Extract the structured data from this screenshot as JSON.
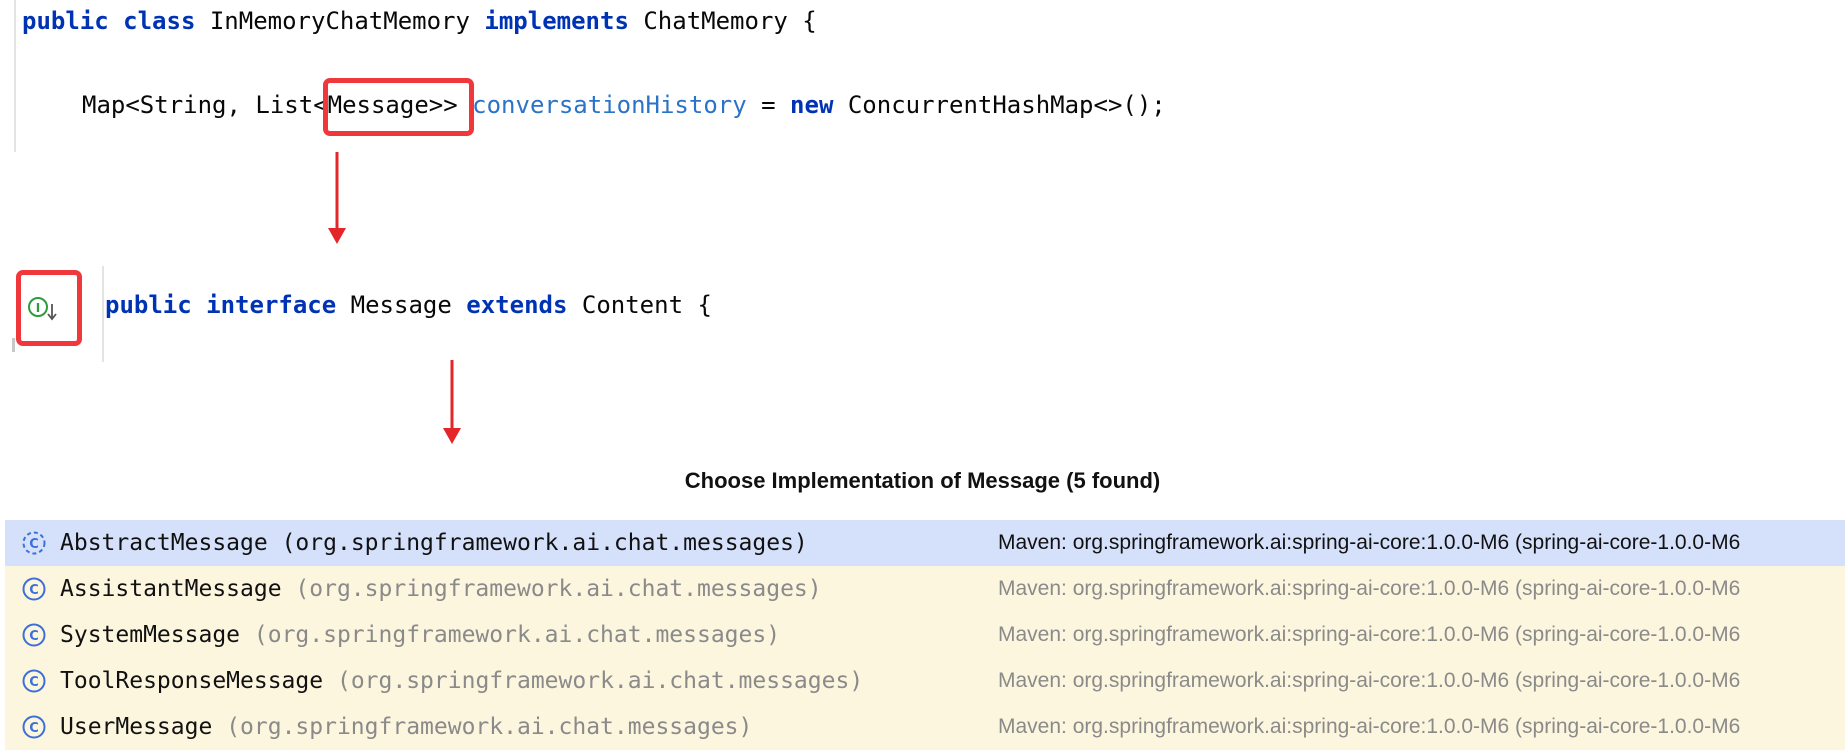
{
  "code_top": {
    "line1": {
      "kw1": "public",
      "kw2": "class",
      "name": "InMemoryChatMemory",
      "kw3": "implements",
      "iface": "ChatMemory {"
    },
    "line2": {
      "before": "Map<String, List",
      "boxed": "<Message>",
      "after": ">",
      "field": "conversationHistory",
      "eq": " = ",
      "kw": "new",
      "rest": " ConcurrentHashMap<>();"
    }
  },
  "code_mid": {
    "kw1": "public",
    "kw2": "interface",
    "name": "Message",
    "kw3": "extends",
    "rest": "Content {",
    "gutter_icon": "implementations-gutter-icon"
  },
  "popup": {
    "title": "Choose Implementation of Message (5 found)",
    "items": [
      {
        "name": "AbstractMessage",
        "pkg": "(org.springframework.ai.chat.messages)",
        "src": "Maven: org.springframework.ai:spring-ai-core:1.0.0-M6 (spring-ai-core-1.0.0-M6",
        "selected": true,
        "icon": "abstract-class-icon"
      },
      {
        "name": "AssistantMessage",
        "pkg": "(org.springframework.ai.chat.messages)",
        "src": "Maven: org.springframework.ai:spring-ai-core:1.0.0-M6 (spring-ai-core-1.0.0-M6",
        "selected": false,
        "icon": "class-icon"
      },
      {
        "name": "SystemMessage",
        "pkg": "(org.springframework.ai.chat.messages)",
        "src": "Maven: org.springframework.ai:spring-ai-core:1.0.0-M6 (spring-ai-core-1.0.0-M6",
        "selected": false,
        "icon": "class-icon"
      },
      {
        "name": "ToolResponseMessage",
        "pkg": "(org.springframework.ai.chat.messages)",
        "src": "Maven: org.springframework.ai:spring-ai-core:1.0.0-M6 (spring-ai-core-1.0.0-M6",
        "selected": false,
        "icon": "class-icon"
      },
      {
        "name": "UserMessage",
        "pkg": "(org.springframework.ai.chat.messages)",
        "src": "Maven: org.springframework.ai:spring-ai-core:1.0.0-M6 (spring-ai-core-1.0.0-M6",
        "selected": false,
        "icon": "class-icon"
      }
    ]
  },
  "colors": {
    "keyword": "#0033b3",
    "field": "#2a73c8",
    "highlight": "#f0373c",
    "row_bg": "#fdf6df",
    "row_selected_bg": "#d5e1fb",
    "icon_blue": "#3d6fd9",
    "icon_green": "#2d9c3c"
  }
}
